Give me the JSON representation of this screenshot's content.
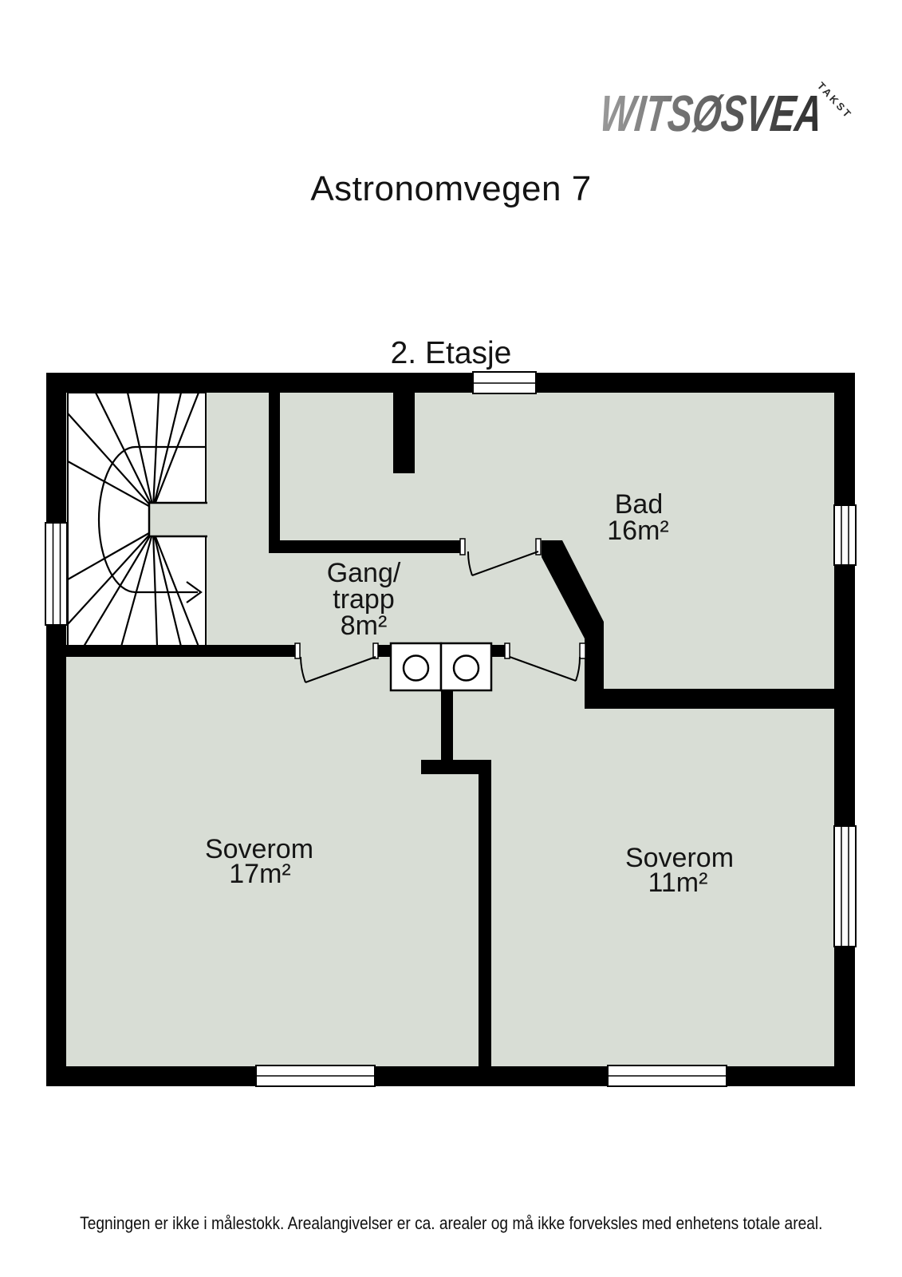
{
  "logo": {
    "brand": "WITSØSVEA",
    "tagline": "TAKST"
  },
  "header": {
    "title": "Astronomvegen 7"
  },
  "plan": {
    "floor_label": "2. Etasje",
    "rooms": [
      {
        "id": "bad",
        "name": "Bad",
        "area": "16m²"
      },
      {
        "id": "gang",
        "name_line1": "Gang/",
        "name_line2": "trapp",
        "area": "8m²"
      },
      {
        "id": "soverom-17",
        "name": "Soverom",
        "area": "17m²"
      },
      {
        "id": "soverom-11",
        "name": "Soverom",
        "area": "11m²"
      }
    ],
    "features": [
      "stairs-winder",
      "door-arcs",
      "windows",
      "closet-fixtures"
    ]
  },
  "footer": {
    "disclaimer": "Tegningen er ikke i målestokk. Arealangivelser er ca. arealer og må ikke forveksles med enhetens totale areal."
  },
  "colors": {
    "floor": "#d8ddd5",
    "wall": "#000000",
    "background": "#ffffff"
  }
}
